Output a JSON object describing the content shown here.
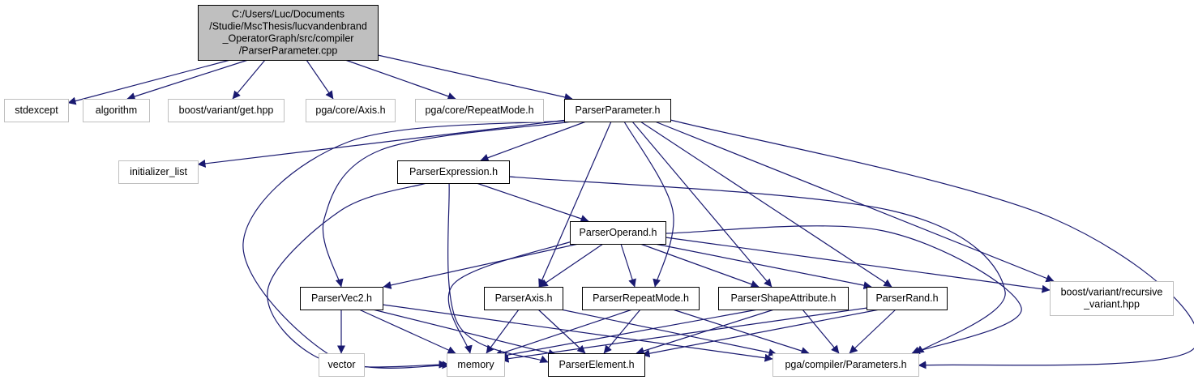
{
  "colors": {
    "edge": "#191970",
    "root_fill": "#bfbfbf",
    "root_stroke": "#000000",
    "node_fill": "#ffffff",
    "node_stroke": "#000000",
    "external_stroke": "#bfbfbf",
    "external_text": "#000000"
  },
  "nodes": [
    {
      "id": "root",
      "kind": "root",
      "lines": [
        "C:/Users/Luc/Documents",
        "/Studie/MscThesis/lucvandenbrand",
        "_OperatorGraph/src/compiler",
        "/ParserParameter.cpp"
      ]
    },
    {
      "id": "stdexcept",
      "kind": "external",
      "lines": [
        "stdexcept"
      ]
    },
    {
      "id": "algorithm",
      "kind": "external",
      "lines": [
        "algorithm"
      ]
    },
    {
      "id": "boost-variant-get",
      "kind": "external",
      "lines": [
        "boost/variant/get.hpp"
      ]
    },
    {
      "id": "pga-core-axis",
      "kind": "external",
      "lines": [
        "pga/core/Axis.h"
      ]
    },
    {
      "id": "pga-core-repeatmode",
      "kind": "external",
      "lines": [
        "pga/core/RepeatMode.h"
      ]
    },
    {
      "id": "parser-parameter-h",
      "kind": "internal",
      "lines": [
        "ParserParameter.h"
      ]
    },
    {
      "id": "initializer-list",
      "kind": "external",
      "lines": [
        "initializer_list"
      ]
    },
    {
      "id": "parser-expression-h",
      "kind": "internal",
      "lines": [
        "ParserExpression.h"
      ]
    },
    {
      "id": "parser-operand-h",
      "kind": "internal",
      "lines": [
        "ParserOperand.h"
      ]
    },
    {
      "id": "parser-vec2-h",
      "kind": "internal",
      "lines": [
        "ParserVec2.h"
      ]
    },
    {
      "id": "parser-axis-h",
      "kind": "internal",
      "lines": [
        "ParserAxis.h"
      ]
    },
    {
      "id": "parser-repeatmode-h",
      "kind": "internal",
      "lines": [
        "ParserRepeatMode.h"
      ]
    },
    {
      "id": "parser-shapeattribute-h",
      "kind": "internal",
      "lines": [
        "ParserShapeAttribute.h"
      ]
    },
    {
      "id": "parser-rand-h",
      "kind": "internal",
      "lines": [
        "ParserRand.h"
      ]
    },
    {
      "id": "boost-variant-recursive",
      "kind": "external",
      "lines": [
        "boost/variant/recursive",
        "_variant.hpp"
      ]
    },
    {
      "id": "vector",
      "kind": "external",
      "lines": [
        "vector"
      ]
    },
    {
      "id": "memory",
      "kind": "external",
      "lines": [
        "memory"
      ]
    },
    {
      "id": "parser-element-h",
      "kind": "internal",
      "lines": [
        "ParserElement.h"
      ]
    },
    {
      "id": "pga-compiler-parameters",
      "kind": "external",
      "lines": [
        "pga/compiler/Parameters.h"
      ]
    }
  ],
  "edges": [
    {
      "from": "root",
      "to": "stdexcept"
    },
    {
      "from": "root",
      "to": "algorithm"
    },
    {
      "from": "root",
      "to": "boost-variant-get"
    },
    {
      "from": "root",
      "to": "pga-core-axis"
    },
    {
      "from": "root",
      "to": "pga-core-repeatmode"
    },
    {
      "from": "root",
      "to": "parser-parameter-h"
    },
    {
      "from": "parser-parameter-h",
      "to": "initializer-list"
    },
    {
      "from": "parser-parameter-h",
      "to": "memory"
    },
    {
      "from": "parser-parameter-h",
      "to": "parser-vec2-h"
    },
    {
      "from": "parser-parameter-h",
      "to": "parser-expression-h"
    },
    {
      "from": "parser-parameter-h",
      "to": "parser-axis-h"
    },
    {
      "from": "parser-parameter-h",
      "to": "parser-repeatmode-h"
    },
    {
      "from": "parser-parameter-h",
      "to": "parser-shapeattribute-h"
    },
    {
      "from": "parser-parameter-h",
      "to": "parser-rand-h"
    },
    {
      "from": "parser-parameter-h",
      "to": "boost-variant-recursive"
    },
    {
      "from": "parser-parameter-h",
      "to": "pga-compiler-parameters"
    },
    {
      "from": "parser-expression-h",
      "to": "memory"
    },
    {
      "from": "parser-expression-h",
      "to": "parser-operand-h"
    },
    {
      "from": "parser-expression-h",
      "to": "parser-element-h"
    },
    {
      "from": "parser-expression-h",
      "to": "pga-compiler-parameters"
    },
    {
      "from": "parser-operand-h",
      "to": "memory"
    },
    {
      "from": "parser-operand-h",
      "to": "parser-vec2-h"
    },
    {
      "from": "parser-operand-h",
      "to": "parser-axis-h"
    },
    {
      "from": "parser-operand-h",
      "to": "parser-repeatmode-h"
    },
    {
      "from": "parser-operand-h",
      "to": "parser-shapeattribute-h"
    },
    {
      "from": "parser-operand-h",
      "to": "parser-rand-h"
    },
    {
      "from": "parser-operand-h",
      "to": "boost-variant-recursive"
    },
    {
      "from": "parser-operand-h",
      "to": "pga-compiler-parameters"
    },
    {
      "from": "parser-vec2-h",
      "to": "vector"
    },
    {
      "from": "parser-vec2-h",
      "to": "memory"
    },
    {
      "from": "parser-vec2-h",
      "to": "parser-element-h"
    },
    {
      "from": "parser-vec2-h",
      "to": "pga-compiler-parameters"
    },
    {
      "from": "parser-axis-h",
      "to": "memory"
    },
    {
      "from": "parser-axis-h",
      "to": "parser-element-h"
    },
    {
      "from": "parser-axis-h",
      "to": "pga-compiler-parameters"
    },
    {
      "from": "parser-repeatmode-h",
      "to": "memory"
    },
    {
      "from": "parser-repeatmode-h",
      "to": "parser-element-h"
    },
    {
      "from": "parser-repeatmode-h",
      "to": "pga-compiler-parameters"
    },
    {
      "from": "parser-shapeattribute-h",
      "to": "memory"
    },
    {
      "from": "parser-shapeattribute-h",
      "to": "parser-element-h"
    },
    {
      "from": "parser-shapeattribute-h",
      "to": "pga-compiler-parameters"
    },
    {
      "from": "parser-rand-h",
      "to": "memory"
    },
    {
      "from": "parser-rand-h",
      "to": "parser-element-h"
    },
    {
      "from": "parser-rand-h",
      "to": "pga-compiler-parameters"
    }
  ]
}
